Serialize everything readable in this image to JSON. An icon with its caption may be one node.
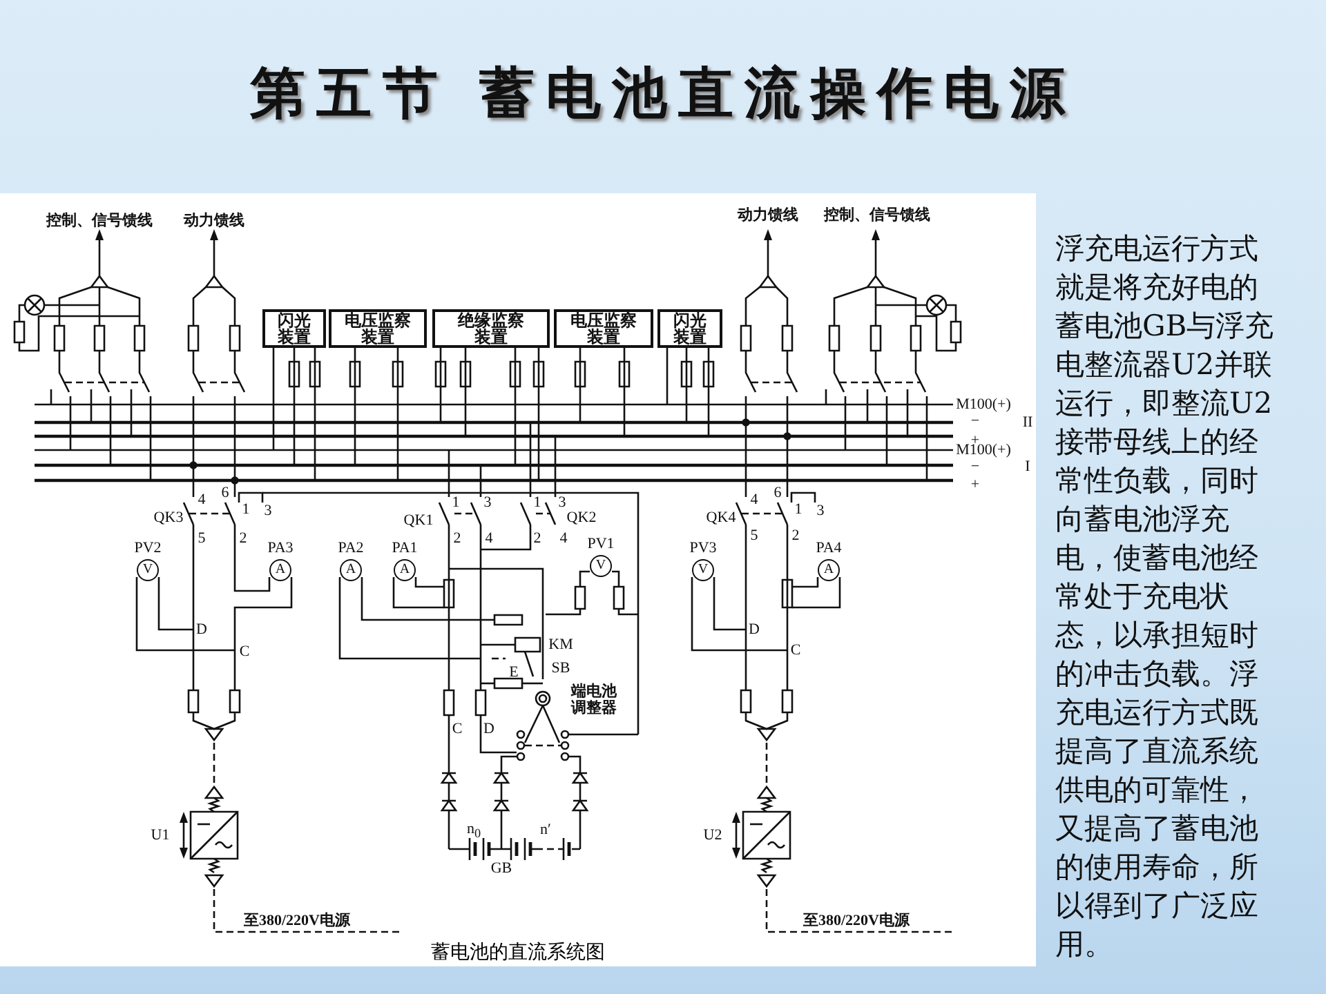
{
  "diagram": {
    "title": "第五节 蓄电池直流操作电源",
    "caption": "蓄电池的直流系统图",
    "nodes": [
      {
        "text": [
          "闪光装置"
        ]
      },
      {
        "text": [
          "电压监察装置"
        ]
      },
      {
        "text": [
          "绝缘监察装置"
        ]
      },
      {
        "text": [
          "电压监察装置"
        ]
      },
      {
        "text": [
          "闪光装置"
        ]
      },
      {
        "text": [
          "V"
        ],
        "beside": [
          "PV2"
        ]
      },
      {
        "text": [
          "A"
        ],
        "beside": [
          "PA3"
        ]
      },
      {
        "text": [
          "A"
        ],
        "beside": [
          "PA2"
        ]
      },
      {
        "text": [
          "A"
        ],
        "beside": [
          "PA1"
        ]
      },
      {
        "text": [
          "V"
        ],
        "beside": [
          "PV1"
        ]
      },
      {
        "text": [
          "V"
        ],
        "beside": [
          "PV3"
        ]
      },
      {
        "text": [
          "A"
        ],
        "beside": [
          "PA4"
        ]
      }
    ],
    "labels": [
      "控制、信号馈线",
      "动力馈线",
      "动力馈线",
      "控制、信号馈线",
      "M100(+)",
      "−",
      "+",
      "M100(+)",
      "−",
      "+",
      "II",
      "I",
      "4",
      "6",
      "1",
      "3",
      "QK3",
      "5",
      "2",
      "1",
      "3",
      "QK1",
      "2",
      "4",
      "1",
      "3",
      "QK2",
      "2",
      "4",
      "4",
      "6",
      "1",
      "3",
      "QK4",
      "5",
      "2",
      "D",
      "C",
      "KM",
      "E",
      "SB",
      "端电池调整器",
      "C",
      "D",
      "D",
      "C",
      "n$_{0}$",
      "n′",
      "GB",
      "U1",
      "U2",
      "至380/220V电源",
      "至380/220V电源",
      "浮充电运行方式就是将充好电的蓄电池GB与浮充电整流器U2并联运行，即整流U2接带母线上的经常性负载，同时向蓄电池浮充电，使蓄电池经常处于充电状态，以承担短时的冲击负载。浮充电运行方式既提高了直流系统供电的可靠性，又提高了蓄电池的使用寿命，所以得到了广泛应用。"
    ]
  }
}
